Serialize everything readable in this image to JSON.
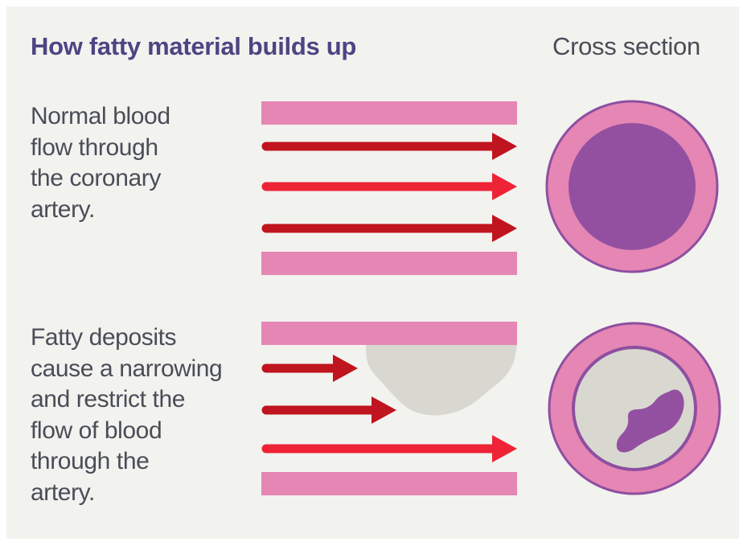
{
  "title": "How fatty material builds up",
  "cross_section_label": "Cross section",
  "normal": {
    "lines": [
      "Normal blood",
      "flow through",
      "the coronary",
      "artery."
    ]
  },
  "narrowed": {
    "lines": [
      "Fatty deposits",
      "cause a narrowing",
      "and restrict the",
      "flow of blood",
      "through the",
      "artery."
    ]
  },
  "colors": {
    "background": "#f2f2ef",
    "artery_wall": "#e586b4",
    "dark_arrow": "#c0141e",
    "bright_arrow": "#ee2336",
    "blood_lumen": "#9450a0",
    "plaque": "#d8d8d0",
    "outline": "#8e4fa0",
    "title_text": "#4d4483",
    "body_text": "#4a4d57"
  }
}
